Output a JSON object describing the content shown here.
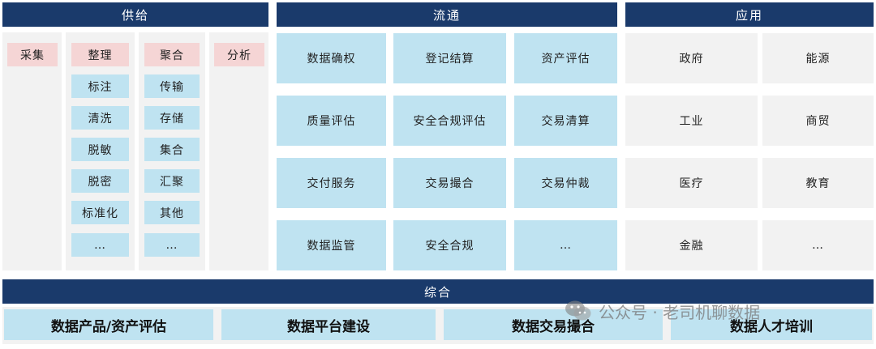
{
  "headers": {
    "supply": "供给",
    "circulation": "流通",
    "application": "应用",
    "comprehensive": "综合"
  },
  "supply": {
    "collect": "采集",
    "organize": {
      "title": "整理",
      "items": [
        "标注",
        "清洗",
        "脱敏",
        "脱密",
        "标准化",
        "…"
      ]
    },
    "aggregate": {
      "title": "聚合",
      "items": [
        "传输",
        "存储",
        "集合",
        "汇聚",
        "其他",
        "…"
      ]
    },
    "analyze": "分析"
  },
  "circulation": {
    "grid": [
      [
        "数据确权",
        "登记结算",
        "资产评估"
      ],
      [
        "质量评估",
        "安全合规评估",
        "交易清算"
      ],
      [
        "交付服务",
        "交易撮合",
        "交易仲裁"
      ],
      [
        "数据监管",
        "安全合规",
        "…"
      ]
    ]
  },
  "application": {
    "grid": [
      [
        "政府",
        "能源"
      ],
      [
        "工业",
        "商贸"
      ],
      [
        "医疗",
        "教育"
      ],
      [
        "金融",
        "…"
      ]
    ]
  },
  "comprehensive": {
    "items": [
      "数据产品/资产评估",
      "数据平台建设",
      "数据交易撮合",
      "数据人才培训"
    ]
  },
  "watermark": {
    "text": "公众号 · 老司机聊数据",
    "icon": "wechat-icon"
  },
  "colors": {
    "header": "#1a3a6b",
    "pink": "#f5d5d5",
    "blue": "#bfe3f1",
    "panel": "#f2f2f2"
  }
}
